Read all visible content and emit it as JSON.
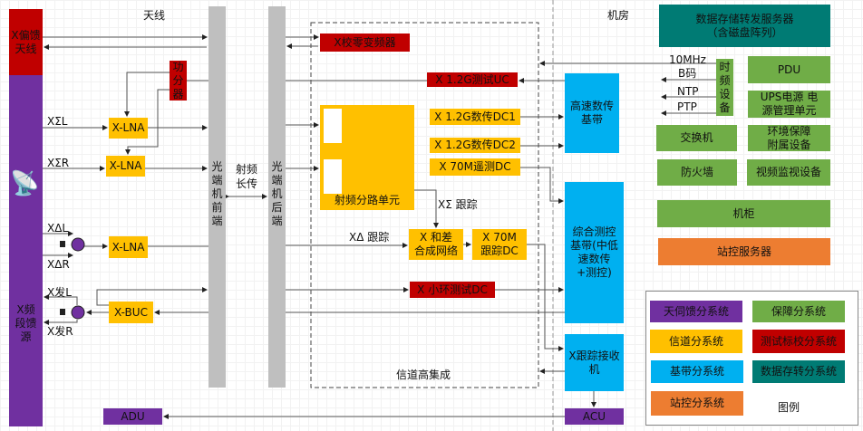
{
  "colors": {
    "antenna": "#7030a0",
    "channel": "#ffc000",
    "baseband": "#00b0f0",
    "station_control": "#ed7d31",
    "support": "#70ad47",
    "test_calibration": "#c00000",
    "data_storage": "#007b74",
    "optical": "#bfbfbf"
  },
  "labels": {
    "antenna_area": "天线",
    "machine_room": "机房",
    "rf_long_haul": "射频长传",
    "channel_integration": "信道高集成",
    "sigma_track": "XΣ 跟踪",
    "delta_track": "XΔ 跟踪",
    "x_sigma_l": "XΣL",
    "x_sigma_r": "XΣR",
    "x_delta_l": "XΔL",
    "x_delta_r": "XΔR",
    "x_tx_l": "X发L",
    "x_tx_r": "X发R",
    "ref_10mhz": "10MHz",
    "b_code": "B码",
    "ntp": "NTP",
    "ptp": "PTP"
  },
  "blocks": {
    "x_offset_feed": "X偏馈天线",
    "x_band_feed": "X频段馈源",
    "power_splitter": "功分器",
    "lna1": "X-LNA",
    "lna2": "X-LNA",
    "lna3": "X-LNA",
    "buc": "X-BUC",
    "optical_front": "光端机前端",
    "optical_back": "光端机后端",
    "zero_cal_converter": "X校零变频器",
    "test_uc": "X 1.2G测试UC",
    "rf_splitter": "射频分路单元",
    "dc1": "X 1.2G数传DC1",
    "dc2": "X 1.2G数传DC2",
    "tm_dc": "X 70M遥测DC",
    "sum_diff_network": "X 和差合成网络",
    "track_dc": "X 70M跟踪DC",
    "loop_test_dc": "X 小环测试DC",
    "hs_baseband": "高速数传基带",
    "tt_baseband": "综合测控基带(中低速数传+测控)",
    "track_receiver": "X跟踪接收机",
    "acu": "ACU",
    "adu": "ADU",
    "storage_server": "数据存储转发服务器（含磁盘阵列）",
    "time_freq": "时频设备",
    "pdu": "PDU",
    "ups": "UPS电源 电源管理单元",
    "switch": "交换机",
    "env": "环境保障 附属设备",
    "firewall": "防火墙",
    "video": "视频监视设备",
    "cabinet": "机柜",
    "station_server": "站控服务器"
  },
  "legend": {
    "title": "图例",
    "items": [
      "天伺馈分系统",
      "保障分系统",
      "信道分系统",
      "测试标校分系统",
      "基带分系统",
      "数据存转分系统",
      "站控分系统"
    ]
  }
}
